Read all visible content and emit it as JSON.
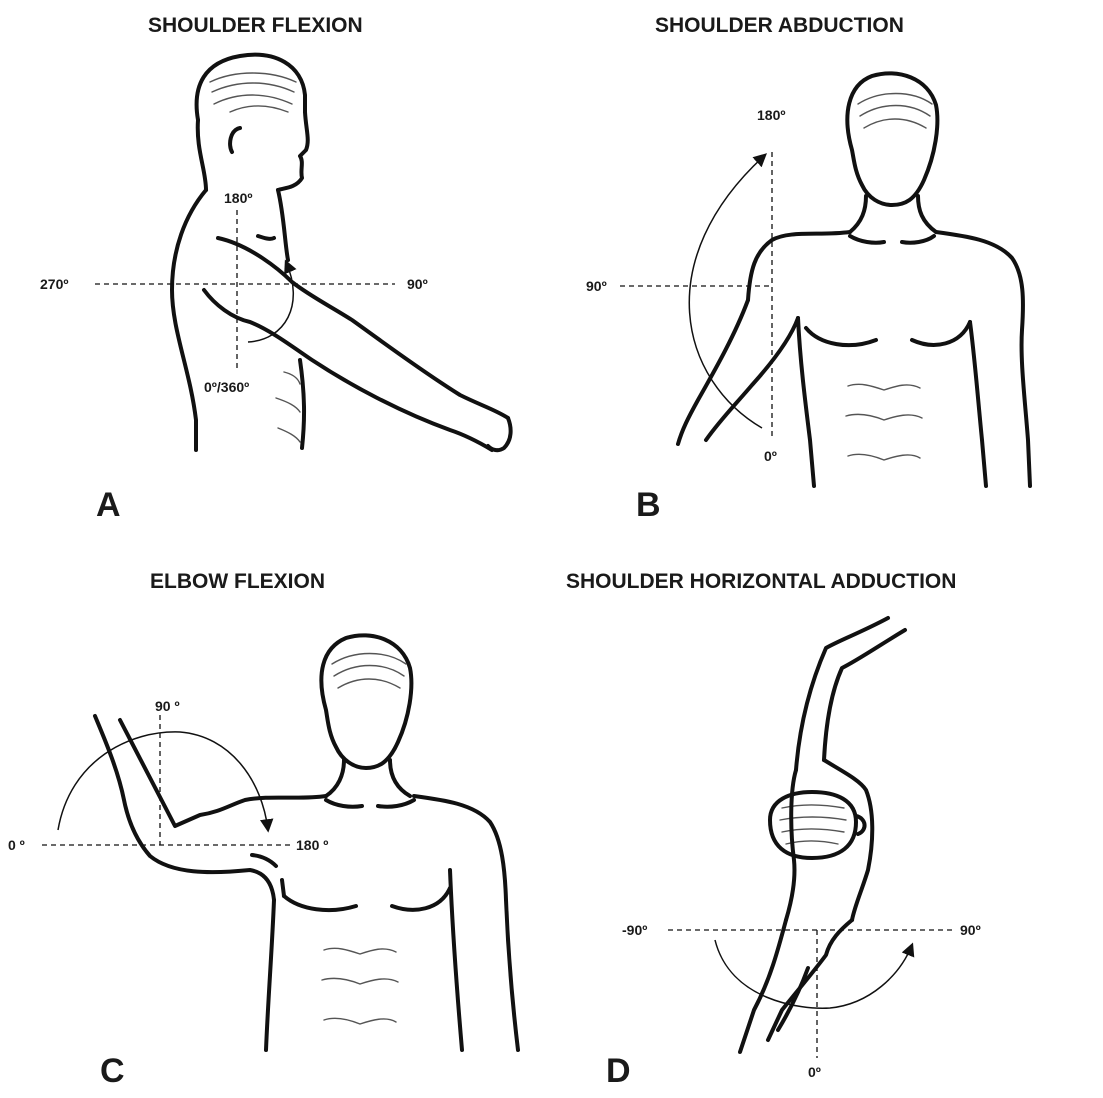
{
  "panels": {
    "a": {
      "title": "SHOULDER FLEXION",
      "letter": "A",
      "labels": {
        "top": "180º",
        "left": "270º",
        "right": "90º",
        "bottom": "0º/360º"
      }
    },
    "b": {
      "title": "SHOULDER ABDUCTION",
      "letter": "B",
      "labels": {
        "top": "180º",
        "left": "90º",
        "bottom": "0º"
      }
    },
    "c": {
      "title": "ELBOW FLEXION",
      "letter": "C",
      "labels": {
        "top": "90 º",
        "left": "0 º",
        "right": "180 º"
      }
    },
    "d": {
      "title": "SHOULDER HORIZONTAL ADDUCTION",
      "letter": "D",
      "labels": {
        "left": "-90º",
        "right": "90º",
        "bottom": "0º"
      }
    }
  }
}
